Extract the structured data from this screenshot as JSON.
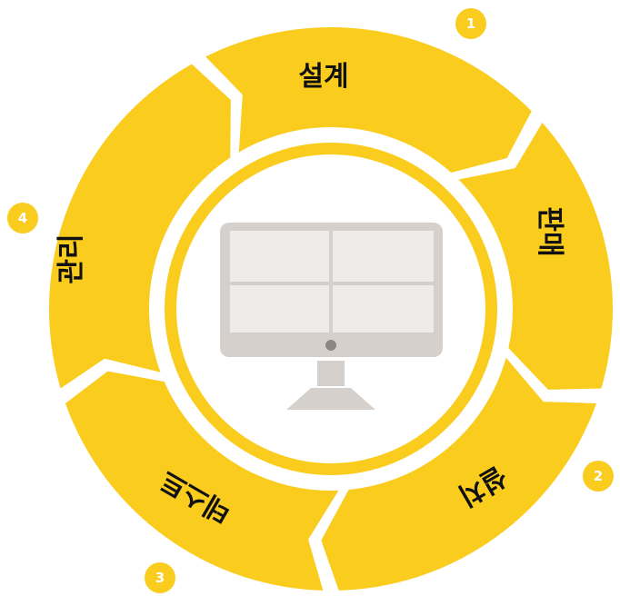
{
  "colors": {
    "accent": "#F9CC1E",
    "badge": "#F9CC1E",
    "monitor": "#D5D0CB",
    "screen": "#EEECEA",
    "ring_gap": "#ffffff"
  },
  "cycle": {
    "segments": [
      {
        "label": "설계",
        "step": "1"
      },
      {
        "label": "판매",
        "step": "2"
      },
      {
        "label": "설치",
        "step": ""
      },
      {
        "label": "테스트",
        "step": "3"
      },
      {
        "label": "관리",
        "step": "4"
      }
    ]
  },
  "center": {
    "icon": "monitor-icon"
  }
}
